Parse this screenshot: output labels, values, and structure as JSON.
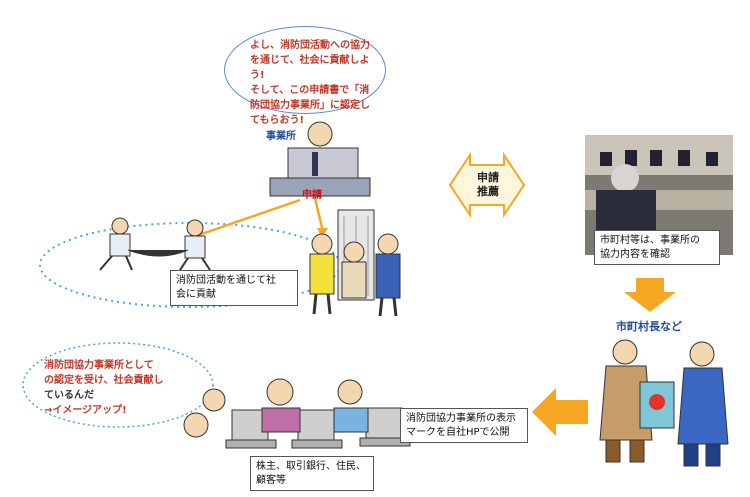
{
  "speech_top": {
    "lines": [
      "よし、消防団活動への協力",
      "を通じて、社会に貢献しよう!",
      "そして、この申請書で「消",
      "防団協力事業所」に認定し",
      "てもらおう!"
    ]
  },
  "labels": {
    "business": "事業所",
    "application": "申請",
    "municipality_head": "市町村長など"
  },
  "center_arrow": {
    "line1": "申請",
    "line2": "推薦"
  },
  "boxes": {
    "contribution": [
      "消防団活動を通じて社",
      "会に貢献"
    ],
    "municipality_check": [
      "市町村等は、事業所の",
      "協力内容を確認"
    ],
    "publish_mark": [
      "消防団協力事業所の表示",
      "マークを自社HPで公開"
    ],
    "stakeholders": [
      "株主、取引銀行、住民、",
      "顧客等"
    ]
  },
  "speech_bottom": {
    "lines": [
      "消防団協力事業所として",
      "の認定を受け、社会貢献し",
      "ているんだ",
      "→イメージアップ!"
    ]
  },
  "colors": {
    "arrow_orange": "#f5a623",
    "speech_text": "#c0392b",
    "label_blue": "#1f4e9c",
    "dotted_blue": "#49a6df"
  }
}
